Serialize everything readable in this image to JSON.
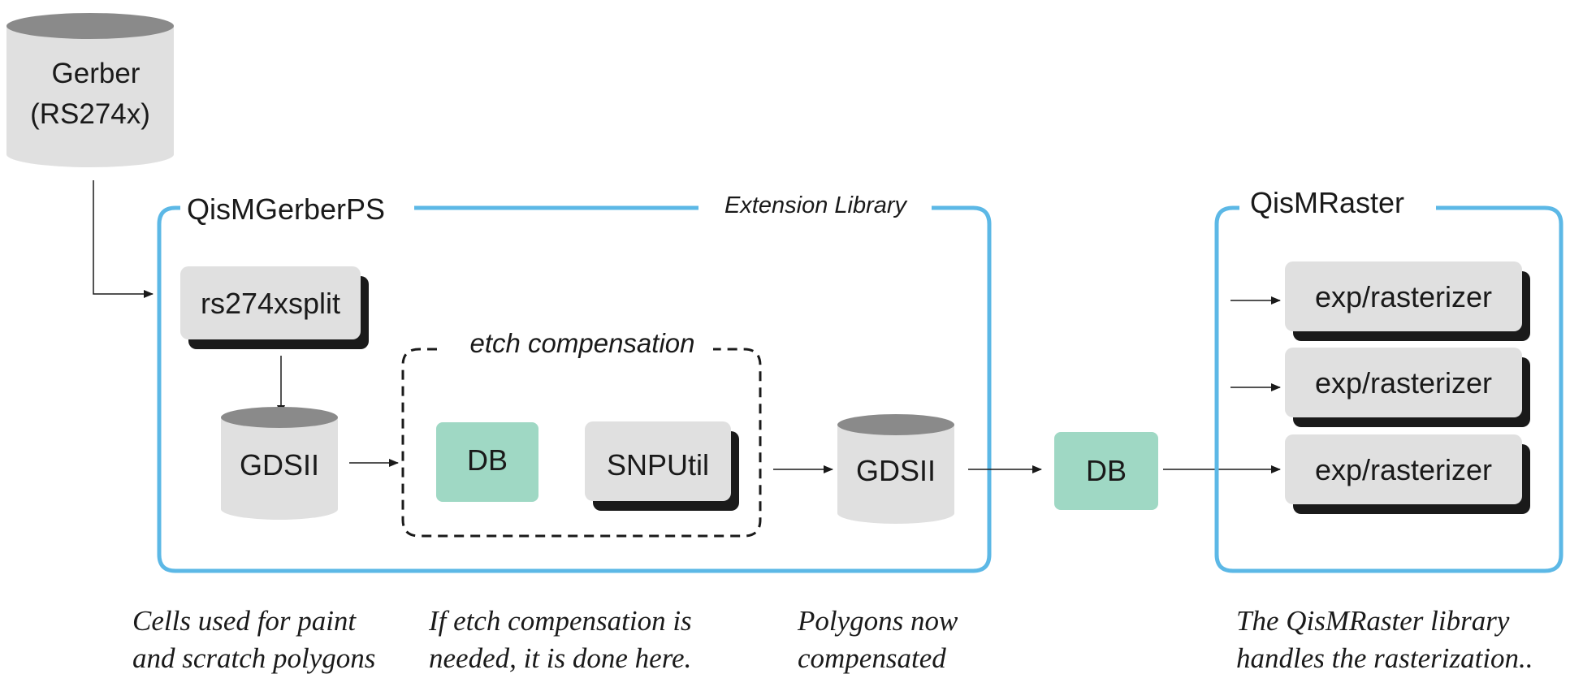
{
  "diagram": {
    "source": {
      "line1": "Gerber",
      "line2": "(RS274x)"
    },
    "gerber_ps": {
      "title": "QisMGerberPS",
      "tag": "Extension Library"
    },
    "splitter": {
      "label": "rs274xsplit"
    },
    "gds_in": {
      "label": "GDSII"
    },
    "etch": {
      "title": "etch compensation",
      "db": "DB",
      "util": "SNPUtil"
    },
    "gds_out": {
      "label": "GDSII"
    },
    "db_out": {
      "label": "DB"
    },
    "raster": {
      "title": "QisMRaster",
      "rasterizers": [
        "exp/rasterizer",
        "exp/rasterizer",
        "exp/rasterizer"
      ]
    },
    "captions": {
      "cells": [
        "Cells used for paint",
        "and scratch polygons"
      ],
      "etch": [
        "If etch compensation is",
        "needed, it is done here."
      ],
      "polygons": [
        "Polygons now",
        "compensated"
      ],
      "raster": [
        "The QisMRaster library",
        "handles the rasterization.."
      ]
    }
  },
  "colors": {
    "frame": "#5cb8e6",
    "db_fill": "#9fd8c4",
    "box_fill": "#e0e0e0",
    "shadow": "#1a1a1a",
    "cyl_top": "#8a8a8a"
  }
}
